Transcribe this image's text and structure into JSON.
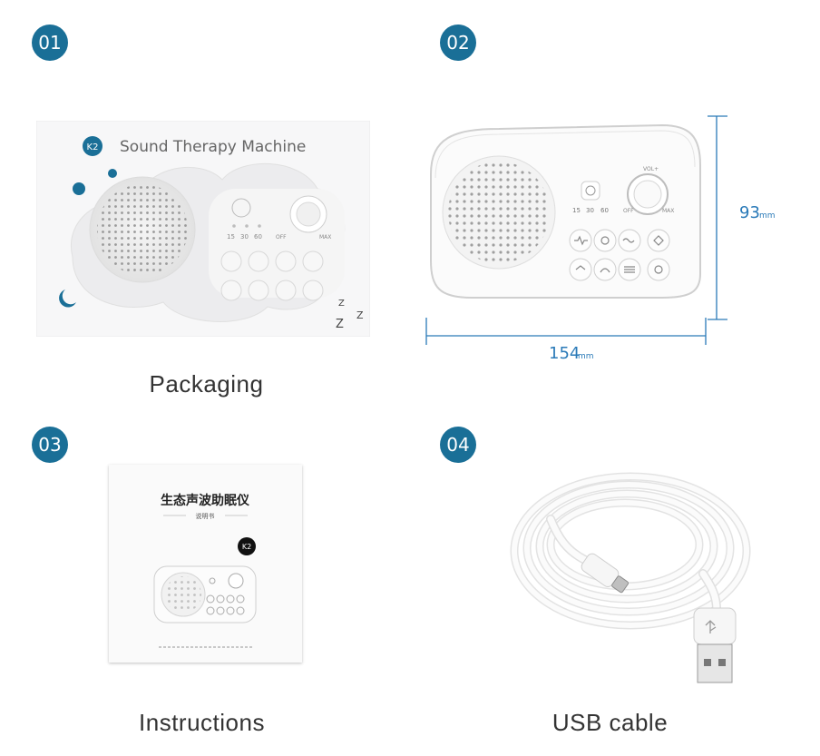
{
  "items": [
    {
      "number": "01",
      "caption": "Packaging"
    },
    {
      "number": "02",
      "caption": ""
    },
    {
      "number": "03",
      "caption": "Instructions"
    },
    {
      "number": "04",
      "caption": "USB cable"
    }
  ],
  "packaging": {
    "model_badge": "K2",
    "title": "Sound Therapy Machine",
    "timer_labels": [
      "15",
      "30",
      "60"
    ],
    "knob_labels": [
      "OFF",
      "MAX"
    ],
    "z_letters": [
      "Z",
      "Z",
      "Z"
    ]
  },
  "device": {
    "timer_labels": [
      "15",
      "30",
      "60"
    ],
    "knob_label": "VOL+",
    "knob_labels": [
      "OFF",
      "MAX"
    ]
  },
  "dimensions": {
    "height_value": "93",
    "height_unit": "mm",
    "width_value": "154",
    "width_unit": "mm"
  },
  "manual": {
    "title": "生态声波助眠仪",
    "subtitle": "说明书",
    "model_badge": "K2"
  },
  "colors": {
    "accent": "#1a6f97",
    "dimension_line": "#2a7ab8"
  }
}
